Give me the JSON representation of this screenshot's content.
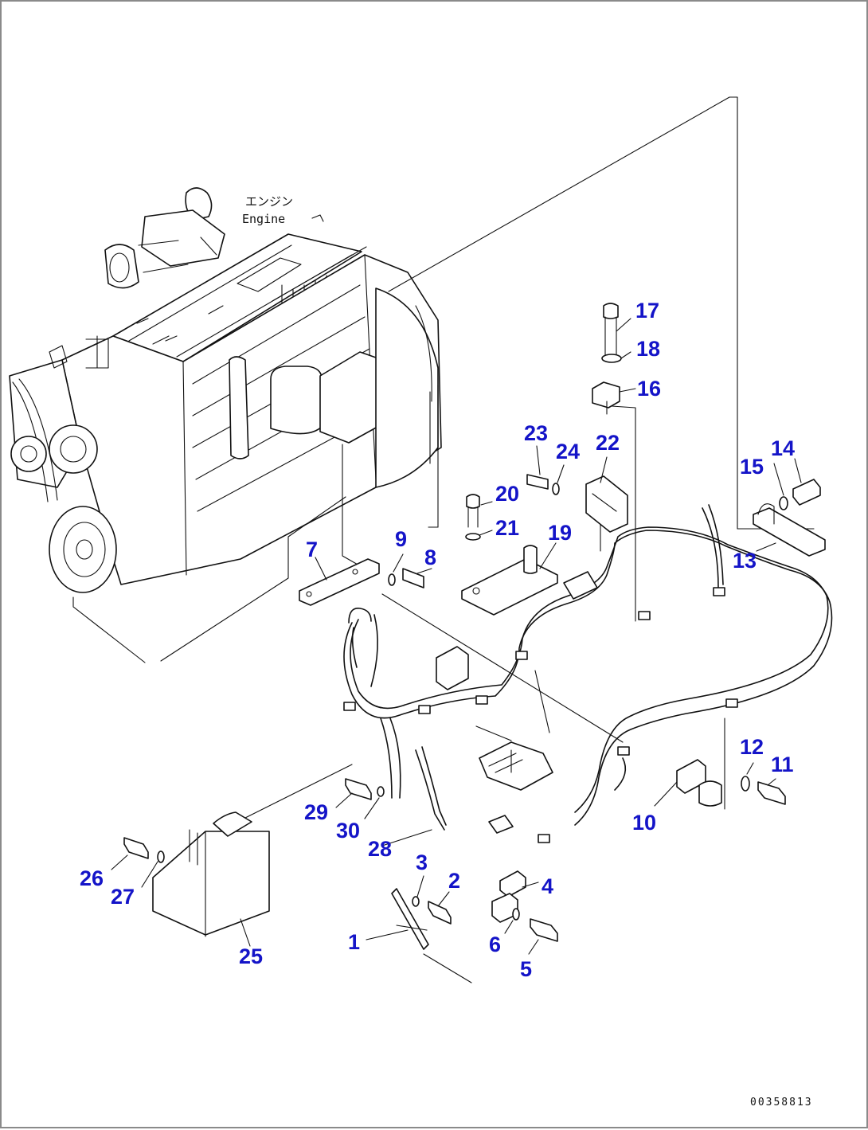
{
  "engine_label": {
    "jp": "エンジン",
    "en": "Engine"
  },
  "drawing_code": "00358813",
  "callouts": [
    {
      "id": "1",
      "text": "1"
    },
    {
      "id": "2",
      "text": "2"
    },
    {
      "id": "3",
      "text": "3"
    },
    {
      "id": "4",
      "text": "4"
    },
    {
      "id": "5",
      "text": "5"
    },
    {
      "id": "6",
      "text": "6"
    },
    {
      "id": "7",
      "text": "7"
    },
    {
      "id": "8",
      "text": "8"
    },
    {
      "id": "9",
      "text": "9"
    },
    {
      "id": "10",
      "text": "10"
    },
    {
      "id": "11",
      "text": "11"
    },
    {
      "id": "12",
      "text": "12"
    },
    {
      "id": "13",
      "text": "13"
    },
    {
      "id": "14",
      "text": "14"
    },
    {
      "id": "15",
      "text": "15"
    },
    {
      "id": "16",
      "text": "16"
    },
    {
      "id": "17",
      "text": "17"
    },
    {
      "id": "18",
      "text": "18"
    },
    {
      "id": "19",
      "text": "19"
    },
    {
      "id": "20",
      "text": "20"
    },
    {
      "id": "21",
      "text": "21"
    },
    {
      "id": "22",
      "text": "22"
    },
    {
      "id": "23",
      "text": "23"
    },
    {
      "id": "24",
      "text": "24"
    },
    {
      "id": "25",
      "text": "25"
    },
    {
      "id": "26",
      "text": "26"
    },
    {
      "id": "27",
      "text": "27"
    },
    {
      "id": "28",
      "text": "28"
    },
    {
      "id": "29",
      "text": "29"
    },
    {
      "id": "30",
      "text": "30"
    }
  ],
  "colors": {
    "callout": "#1414c8",
    "line": "#111111"
  }
}
